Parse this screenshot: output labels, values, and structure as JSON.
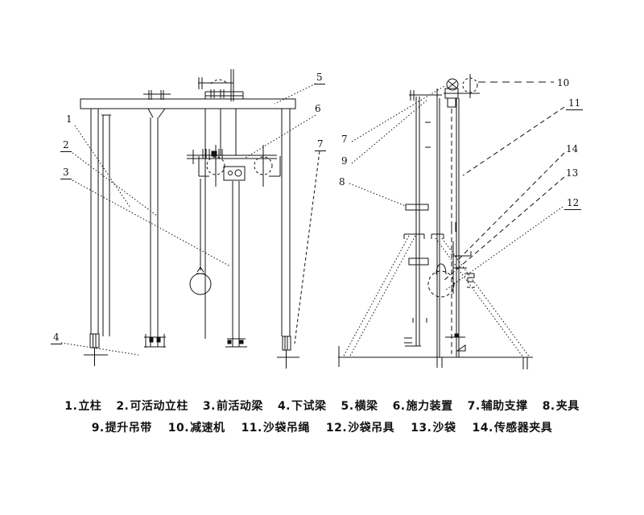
{
  "drawing": {
    "background": "#ffffff",
    "line_color": "#111111",
    "type": "engineering-line-drawing",
    "views": {
      "left": "front-view-of-test-gantry",
      "right": "side-view-with-a-frame-support"
    }
  },
  "left_view": {
    "callouts": [
      {
        "num": "1"
      },
      {
        "num": "2"
      },
      {
        "num": "3"
      },
      {
        "num": "4"
      },
      {
        "num": "5"
      },
      {
        "num": "6"
      },
      {
        "num": "7"
      }
    ]
  },
  "right_view": {
    "callouts": [
      {
        "num": "7"
      },
      {
        "num": "9"
      },
      {
        "num": "8"
      },
      {
        "num": "10"
      },
      {
        "num": "11"
      },
      {
        "num": "14"
      },
      {
        "num": "13"
      },
      {
        "num": "12"
      }
    ]
  },
  "caption": {
    "items": [
      {
        "num": "1.",
        "label": "立柱"
      },
      {
        "num": "2.",
        "label": "可活动立柱"
      },
      {
        "num": "3.",
        "label": "前活动梁"
      },
      {
        "num": "4.",
        "label": "下试梁"
      },
      {
        "num": "5.",
        "label": "横梁"
      },
      {
        "num": "6.",
        "label": "施力装置"
      },
      {
        "num": "7.",
        "label": "辅助支撑"
      },
      {
        "num": "8.",
        "label": "夹具"
      },
      {
        "num": "9.",
        "label": "提升吊带"
      },
      {
        "num": "10.",
        "label": "减速机"
      },
      {
        "num": "11.",
        "label": "沙袋吊绳"
      },
      {
        "num": "12.",
        "label": "沙袋吊具"
      },
      {
        "num": "13.",
        "label": "沙袋"
      },
      {
        "num": "14.",
        "label": "传感器夹具"
      }
    ]
  }
}
